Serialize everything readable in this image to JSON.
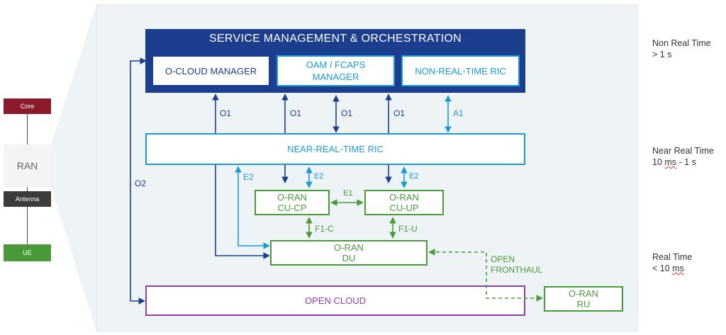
{
  "left_stack": {
    "core": "Core",
    "ran": "RAN",
    "antenna": "Antenna",
    "ue": "UE"
  },
  "smo": {
    "title": "SERVICE MANAGEMENT & ORCHESTRATION",
    "ocloud_manager": "O-CLOUD MANAGER",
    "oam_line1": "OAM / FCAPS",
    "oam_line2": "MANAGER",
    "non_rt_ric": "NON-REAL-TIME RIC"
  },
  "near_rt_ric": "NEAR-REAL-TIME RIC",
  "cu_cp": {
    "line1": "O-RAN",
    "line2": "CU-CP"
  },
  "cu_up": {
    "line1": "O-RAN",
    "line2": "CU-UP"
  },
  "du": {
    "line1": "O-RAN",
    "line2": "DU"
  },
  "ru": {
    "line1": "O-RAN",
    "line2": "RU"
  },
  "open_cloud": "OPEN CLOUD",
  "interfaces": {
    "o1_a": "O1",
    "o1_b": "O1",
    "o1_c": "O1",
    "o1_d": "O1",
    "a1": "A1",
    "o2": "O2",
    "e2_a": "E2",
    "e2_b": "E2",
    "e2_c": "E2",
    "e1": "E1",
    "f1c": "F1-C",
    "f1u": "F1-U",
    "fronthaul_line1": "OPEN",
    "fronthaul_line2": "FRONTHAUL"
  },
  "timing": {
    "non_rt": {
      "label": "Non Real Time",
      "value": "> 1 s"
    },
    "near_rt": {
      "label": "Near Real Time",
      "value_a": "10",
      "value_b": "ms",
      "value_c": "- 1 s"
    },
    "rt": {
      "label": "Real Time",
      "value_a": "< 10",
      "value_b": "ms"
    }
  },
  "colors": {
    "dark_blue": "#1c3e8e",
    "light_blue": "#1a9bd7",
    "green": "#4a9a3a",
    "purple": "#8a3fae",
    "core_red": "#8b1a2b",
    "antenna_gray": "#3c3c3c"
  }
}
